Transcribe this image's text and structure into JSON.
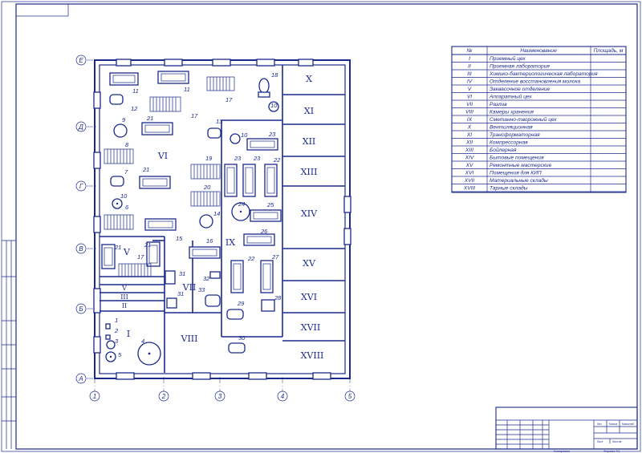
{
  "legend": {
    "col_num": "№",
    "col_name": "Наименование",
    "col_area": "Площадь, м",
    "rows": [
      {
        "num": "I",
        "name": "Приемный цех"
      },
      {
        "num": "II",
        "name": "Приемная лаборатория"
      },
      {
        "num": "III",
        "name": "Химико-бактериологическая лаборатория"
      },
      {
        "num": "IV",
        "name": "Отделение восстановления молока"
      },
      {
        "num": "V",
        "name": "Заквасочное отделение"
      },
      {
        "num": "VI",
        "name": "Аппаратный цех"
      },
      {
        "num": "VII",
        "name": "Разлив"
      },
      {
        "num": "VIII",
        "name": "Камеры хранения"
      },
      {
        "num": "IX",
        "name": "Сметанно-творожный цех"
      },
      {
        "num": "X",
        "name": "Вентиляционная"
      },
      {
        "num": "XI",
        "name": "Трансформаторная"
      },
      {
        "num": "XII",
        "name": "Компрессорная"
      },
      {
        "num": "XIII",
        "name": "Бойлерная"
      },
      {
        "num": "XIV",
        "name": "Бытовые помещения"
      },
      {
        "num": "XV",
        "name": "Ремонтные мастерские"
      },
      {
        "num": "XVI",
        "name": "Помещения для КИП"
      },
      {
        "num": "XVII",
        "name": "Материальные склады"
      },
      {
        "num": "XVIII",
        "name": "Тарные склады"
      }
    ]
  },
  "axes": {
    "rows": [
      "Е",
      "Д",
      "Г",
      "В",
      "Б",
      "А"
    ],
    "cols": [
      "1",
      "2",
      "3",
      "4",
      "5"
    ]
  },
  "rooms": {
    "r1": "I",
    "r5": "V",
    "r6": "VI",
    "r7": "VII",
    "r8": "VIII",
    "r9": "IX",
    "r10": "X",
    "r11": "XI",
    "r12": "XII",
    "r13": "XIII",
    "r14": "XIV",
    "r15": "XV",
    "r16": "XVI",
    "r17": "XVII",
    "r18": "XVIII",
    "c5": "V",
    "c3": "III",
    "c2": "II"
  },
  "equipment": {
    "e1": "1",
    "e2": "2",
    "e3": "3",
    "e4": "4",
    "e5": "5",
    "e6": "6",
    "e7": "7",
    "e8": "8",
    "e9": "9",
    "e10a": "10",
    "e10b": "10",
    "e10c": "10",
    "e11a": "11",
    "e11b": "11",
    "e12": "12",
    "e13": "13",
    "e14": "14",
    "e15": "15",
    "e16": "16",
    "e17a": "17",
    "e17b": "17",
    "e17c": "17",
    "e18": "18",
    "e19": "19",
    "e20": "20",
    "e21a": "21",
    "e21b": "21",
    "e21c": "21",
    "e21d": "21",
    "e22a": "22",
    "e22b": "22",
    "e23a": "23",
    "e23b": "23",
    "e23c": "23",
    "e24": "24",
    "e25": "25",
    "e26": "26",
    "e27": "27",
    "e28": "28",
    "e29": "29",
    "e30": "30",
    "e31a": "31",
    "e31b": "31",
    "e32": "32",
    "e33": "33"
  },
  "title_block": {
    "scale_label": "Лит.",
    "mass_label": "Масса",
    "scale2_label": "Масштаб",
    "sheet_label": "Лист",
    "sheets_label": "Листов",
    "copied": "Копировал",
    "format": "Формат   А1"
  }
}
